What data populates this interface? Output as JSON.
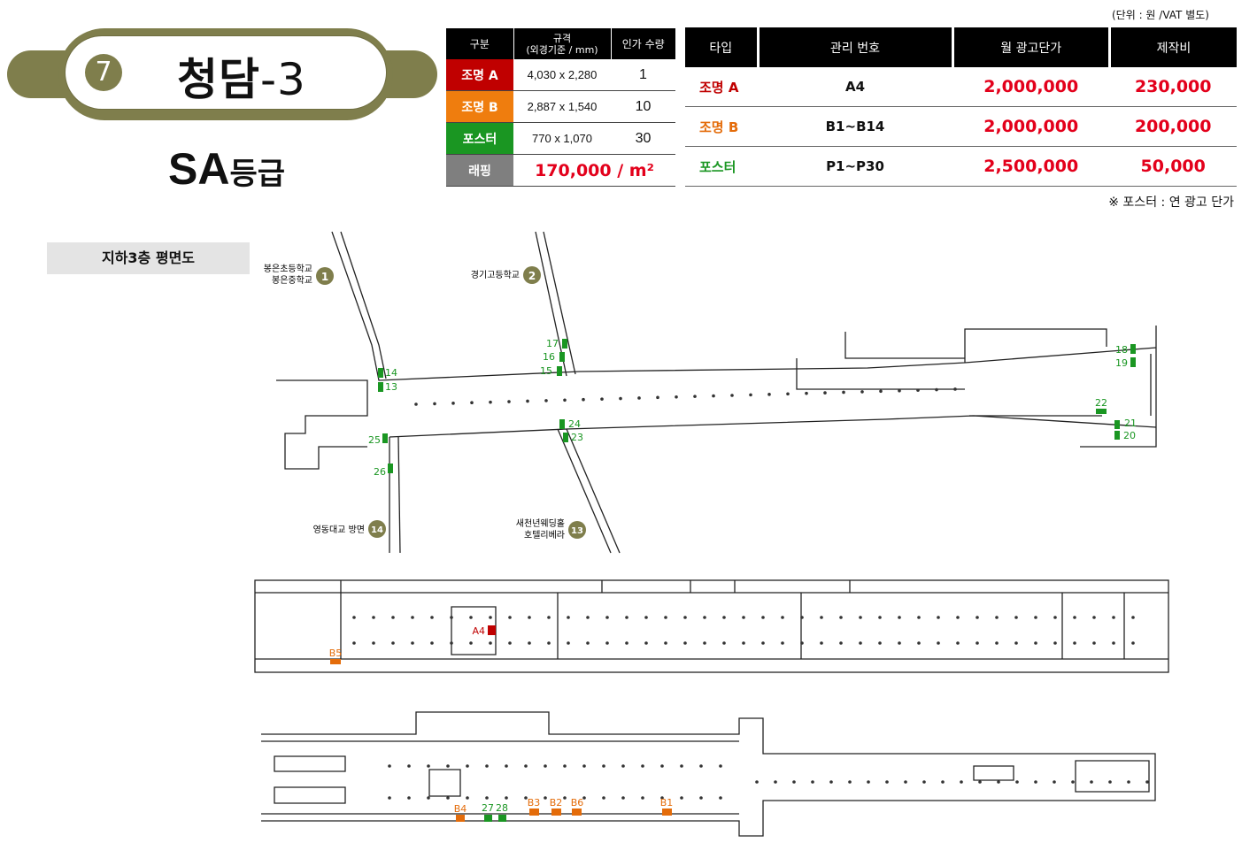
{
  "header": {
    "station_number": "7",
    "station_name": "청담",
    "station_suffix": "-3",
    "grade": "SA",
    "grade_suffix": "등급",
    "unit_note": "(단위 : 원 /VAT 별도)"
  },
  "spec_table": {
    "headers": [
      "구분",
      "규격",
      "(외경기준 / mm)",
      "인가 수량"
    ],
    "rows": [
      {
        "type": "조명 A",
        "size": "4,030 x 2,280",
        "qty": "1",
        "color": "#c00000"
      },
      {
        "type": "조명 B",
        "size": "2,887 x 1,540",
        "qty": "10",
        "color": "#ef7d0e"
      },
      {
        "type": "포스터",
        "size": "770 x 1,070",
        "qty": "30",
        "color": "#1a9622"
      }
    ],
    "wrap_label": "래핑",
    "wrap_color": "#7f7f7f",
    "wrap_price": "170,000 / m²"
  },
  "price_table": {
    "headers": [
      "타입",
      "관리 번호",
      "월 광고단가",
      "제작비"
    ],
    "rows": [
      {
        "type": "조명 A",
        "code": "A4",
        "monthly": "2,000,000",
        "production": "230,000",
        "color": "#c00000"
      },
      {
        "type": "조명 B",
        "code": "B1~B14",
        "monthly": "2,000,000",
        "production": "200,000",
        "color": "#e46c0a"
      },
      {
        "type": "포스터",
        "code": "P1~P30",
        "monthly": "2,500,000",
        "production": "50,000",
        "color": "#1a9622"
      }
    ],
    "footnote": "※ 포스터 : 연 광고 단가"
  },
  "floor_label": "지하3층 평면도",
  "map": {
    "exits": [
      {
        "num": "1",
        "name1": "봉은초등학교",
        "name2": "봉은중학교"
      },
      {
        "num": "2",
        "name1": "경기고등학교",
        "name2": ""
      },
      {
        "num": "14",
        "name1": "영동대교 방면",
        "name2": ""
      },
      {
        "num": "13",
        "name1": "새천년웨딩홀",
        "name2": "호텔리베라"
      }
    ],
    "posters_top": [
      "17",
      "16",
      "15",
      "14",
      "13",
      "24",
      "23",
      "25",
      "26",
      "18",
      "19",
      "22",
      "21",
      "20"
    ],
    "middle_markers": [
      "A4",
      "B5"
    ],
    "bottom_markers": [
      "B4",
      "27",
      "28",
      "B3",
      "B2",
      "B6",
      "B1"
    ],
    "colors": {
      "poster": "#1a9622",
      "light_a": "#c00000",
      "light_b": "#e46c0a",
      "exit": "#7f7e4c"
    }
  }
}
